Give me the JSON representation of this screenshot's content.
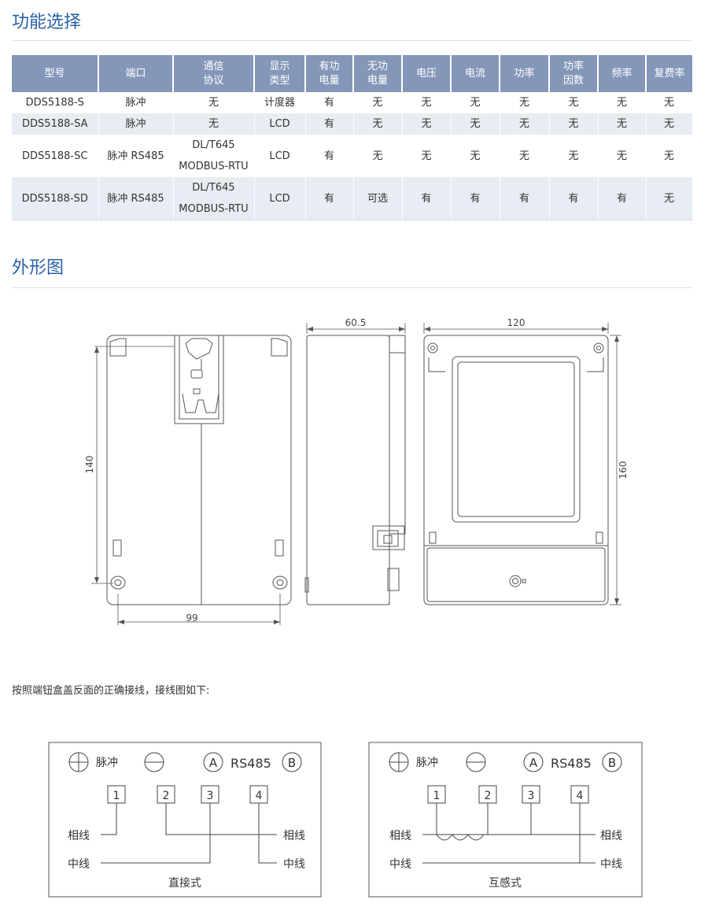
{
  "sections": {
    "func_title": "功能选择",
    "outline_title": "外形图"
  },
  "table": {
    "headers": [
      "型号",
      "端口",
      "通信\n协议",
      "显示\n类型",
      "有功\n电量",
      "无功\n电量",
      "电压",
      "电流",
      "功率",
      "功率\n因数",
      "频率",
      "复费率"
    ],
    "rows": [
      [
        "DDS5188-S",
        "脉冲",
        "无",
        "计度器",
        "有",
        "无",
        "无",
        "无",
        "无",
        "无",
        "无",
        "无"
      ],
      [
        "DDS5188-SA",
        "脉冲",
        "无",
        "LCD",
        "有",
        "无",
        "无",
        "无",
        "无",
        "无",
        "无",
        "无"
      ],
      [
        "DDS5188-SC",
        "脉冲  RS485",
        "DL/T645\nMODBUS-RTU",
        "LCD",
        "有",
        "无",
        "无",
        "无",
        "无",
        "无",
        "无",
        "无"
      ],
      [
        "DDS5188-SD",
        "脉冲  RS485",
        "DL/T645\nMODBUS-RTU",
        "LCD",
        "有",
        "可选",
        "有",
        "有",
        "有",
        "有",
        "有",
        "无"
      ]
    ]
  },
  "drawing": {
    "dim_side_width": "60.5",
    "dim_front_width": "120",
    "dim_back_height": "140",
    "dim_front_height": "160",
    "dim_back_width": "99"
  },
  "note": "按照端钮盒盖反面的正确接线，接线图如下:",
  "wiring": {
    "pulse": "脉冲",
    "rs485": "RS485",
    "a": "A",
    "b": "B",
    "terminals": [
      "1",
      "2",
      "3",
      "4"
    ],
    "phase": "相线",
    "neutral": "中线",
    "direct_caption": "直接式",
    "ct_caption": "互感式"
  },
  "colors": {
    "title": "#2a61a8",
    "header_bg": "#8497b8",
    "stripe": "#e8ecf3",
    "line": "#555555"
  }
}
